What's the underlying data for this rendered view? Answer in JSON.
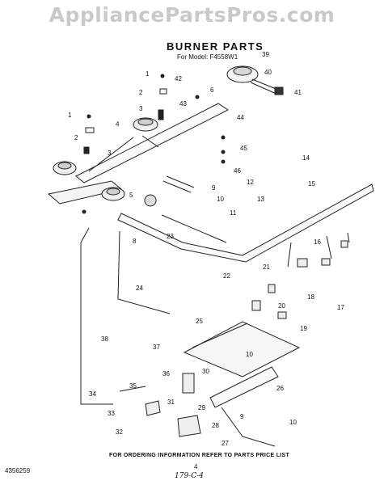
{
  "watermark": "AppliancePartsPros.com",
  "title": "BURNER PARTS",
  "subtitle": "For Model: F4558W1",
  "footer": "FOR ORDERING INFORMATION REFER TO PARTS PRICE LIST",
  "doc_number": "4356259",
  "page_number": "4",
  "handwritten_note": "179-C-4",
  "callouts": [
    "1",
    "42",
    "2",
    "43",
    "3",
    "6",
    "4",
    "1",
    "2",
    "3",
    "44",
    "45",
    "46",
    "39",
    "40",
    "41",
    "5",
    "9",
    "10",
    "11",
    "12",
    "13",
    "14",
    "15",
    "8",
    "23",
    "22",
    "21",
    "20",
    "16",
    "18",
    "17",
    "19",
    "24",
    "25",
    "10",
    "38",
    "37",
    "36",
    "30",
    "29",
    "35",
    "31",
    "26",
    "34",
    "33",
    "9",
    "32",
    "28",
    "10",
    "27"
  ]
}
